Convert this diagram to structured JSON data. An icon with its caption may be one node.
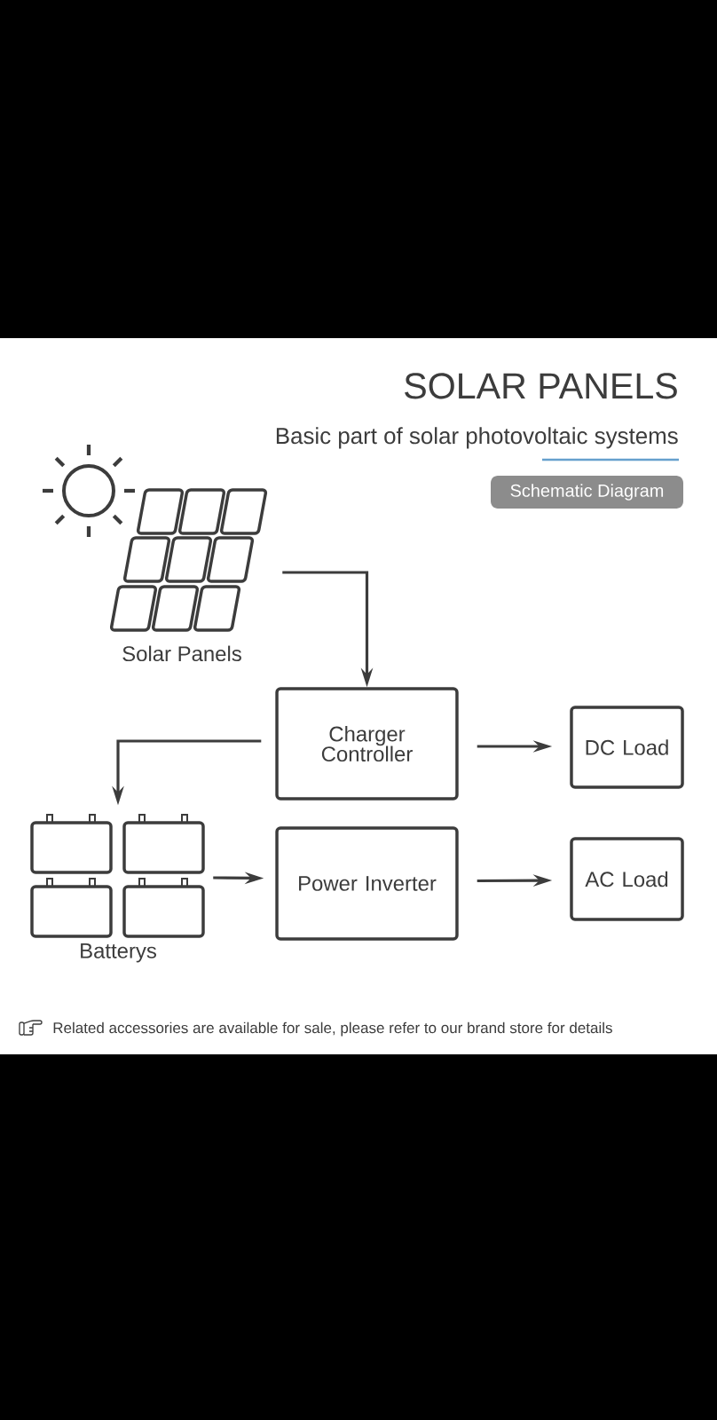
{
  "diagram": {
    "title": "SOLAR PANELS",
    "nodes": [
      {
        "text": [
          "Solar Panels"
        ]
      },
      {
        "text": [
          "Charger Controller"
        ]
      },
      {
        "text": [
          "DC Load"
        ]
      },
      {
        "text": [
          "Batterys"
        ]
      },
      {
        "text": [
          "Power Inverter"
        ]
      },
      {
        "text": [
          "AC Load"
        ]
      }
    ],
    "edges": [
      {
        "from": 0,
        "to": 1,
        "arrow": "to"
      },
      {
        "from": 1,
        "to": 2,
        "arrow": "to"
      },
      {
        "from": 1,
        "to": 3,
        "arrow": "to"
      },
      {
        "from": 3,
        "to": 4,
        "arrow": "to"
      },
      {
        "from": 4,
        "to": 5,
        "arrow": "to"
      }
    ],
    "labels": [
      "Basic part of solar photovoltaic systems",
      "Schematic Diagram",
      "Related accessories are available for sale, please refer to our brand store for details"
    ]
  }
}
